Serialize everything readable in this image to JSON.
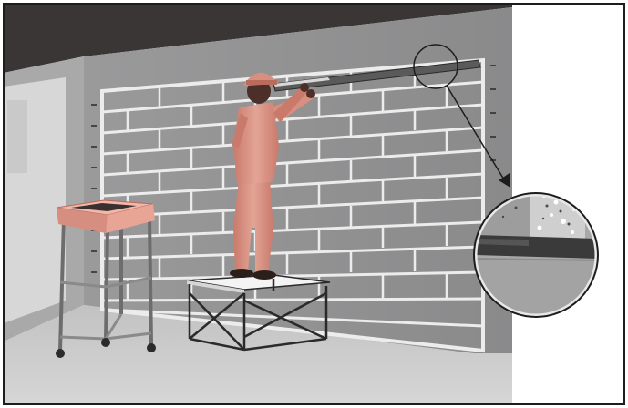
{
  "illustration": {
    "scene": "masonry-wall-installation",
    "has_text": false,
    "colors": {
      "ceiling": "#3a3636",
      "wall": "#8f8f90",
      "wall_light": "#a4a4a5",
      "joint": "#e9e9e9",
      "floor": "#c9c9c9",
      "worker": "#d88f80",
      "worker_dark": "#b96b5c",
      "skin": "#4b2f28",
      "cart_pink": "#e6a093",
      "frame_metal": "#6d6d6d",
      "border": "#1d1d1d"
    },
    "icons": [
      "worker-figure",
      "mixing-cart",
      "work-platform",
      "spirit-level",
      "magnifier-detail"
    ]
  }
}
